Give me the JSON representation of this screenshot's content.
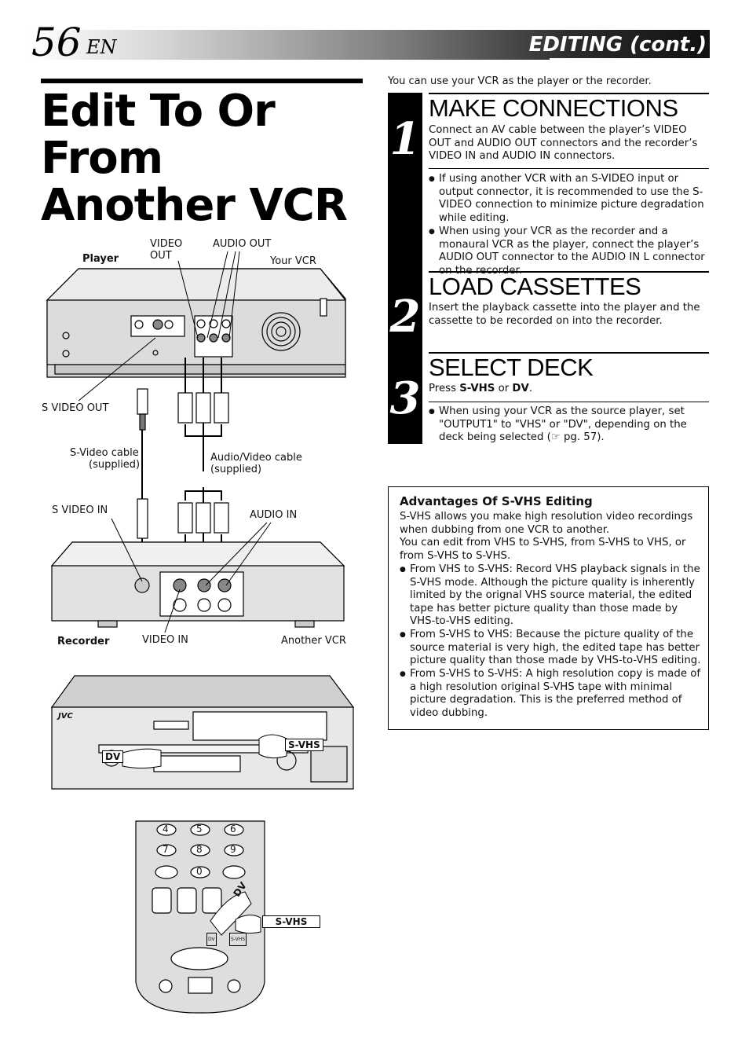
{
  "header": {
    "page_number": "56",
    "lang": "EN",
    "section": "EDITING (cont.)"
  },
  "title": "Edit To Or From Another VCR",
  "intro": "You can use your VCR as the player or the recorder.",
  "steps": [
    {
      "number": "1",
      "title": "MAKE CONNECTIONS",
      "body": "Connect an AV cable between the player’s VIDEO OUT and AUDIO OUT connectors and the recorder’s VIDEO IN and AUDIO IN connectors.",
      "bullets": [
        "If using another VCR with an S-VIDEO input or output connector, it is recommended to use the S-VIDEO connection to minimize picture degradation while editing.",
        "When using your VCR as the recorder and a monaural VCR as the player, connect the player’s AUDIO OUT connector to the AUDIO IN L connector on the recorder."
      ]
    },
    {
      "number": "2",
      "title": "LOAD CASSETTES",
      "body": "Insert the playback cassette into the player and the cassette to be recorded on into the recorder."
    },
    {
      "number": "3",
      "title": "SELECT DECK",
      "press_prefix": "Press ",
      "press_key1": "S-VHS",
      "press_or": " or ",
      "press_key2": "DV",
      "press_suffix": ".",
      "bullets": [
        "When using your VCR as the source player, set \"OUTPUT1\" to \"VHS\" or \"DV\", depending on the deck being selected (☞ pg. 57)."
      ]
    }
  ],
  "advantages": {
    "heading": "Advantages Of S-VHS Editing",
    "p1": "S-VHS allows you make high resolution video recordings when dubbing from one VCR to another.",
    "p2": "You can edit from VHS to S-VHS, from S-VHS to VHS, or from S-VHS to S-VHS.",
    "bullets": [
      "From VHS to S-VHS: Record VHS playback signals in the S-VHS mode. Although the picture quality is inherently limited by the orignal VHS source material, the edited tape has better picture quality than those made by VHS-to-VHS editing.",
      "From S-VHS to VHS: Because the picture quality of the source material is very high, the edited tape has better picture quality than those made by VHS-to-VHS editing.",
      "From S-VHS to S-VHS: A high resolution copy is made of a high resolution original S-VHS tape with minimal picture degradation. This is the preferred method of video dubbing."
    ]
  },
  "diagram": {
    "player": "Player",
    "video_out_1": "VIDEO",
    "video_out_2": "OUT",
    "audio_out": "AUDIO OUT",
    "your_vcr": "Your VCR",
    "s_video_out": "S VIDEO OUT",
    "svideo_cable_1": "S-Video cable",
    "svideo_cable_2": "(supplied)",
    "av_cable_1": "Audio/Video cable",
    "av_cable_2": "(supplied)",
    "s_video_in": "S VIDEO IN",
    "audio_in": "AUDIO IN",
    "recorder": "Recorder",
    "video_in": "VIDEO IN",
    "another_vcr": "Another VCR",
    "brand": "JVC",
    "dv": "DV",
    "svhs": "S-VHS",
    "remote_keys": [
      "4",
      "5",
      "6",
      "7",
      "8",
      "9",
      "0"
    ],
    "remote_small_dv": "DV",
    "remote_small_svhs": "S-VHS"
  }
}
